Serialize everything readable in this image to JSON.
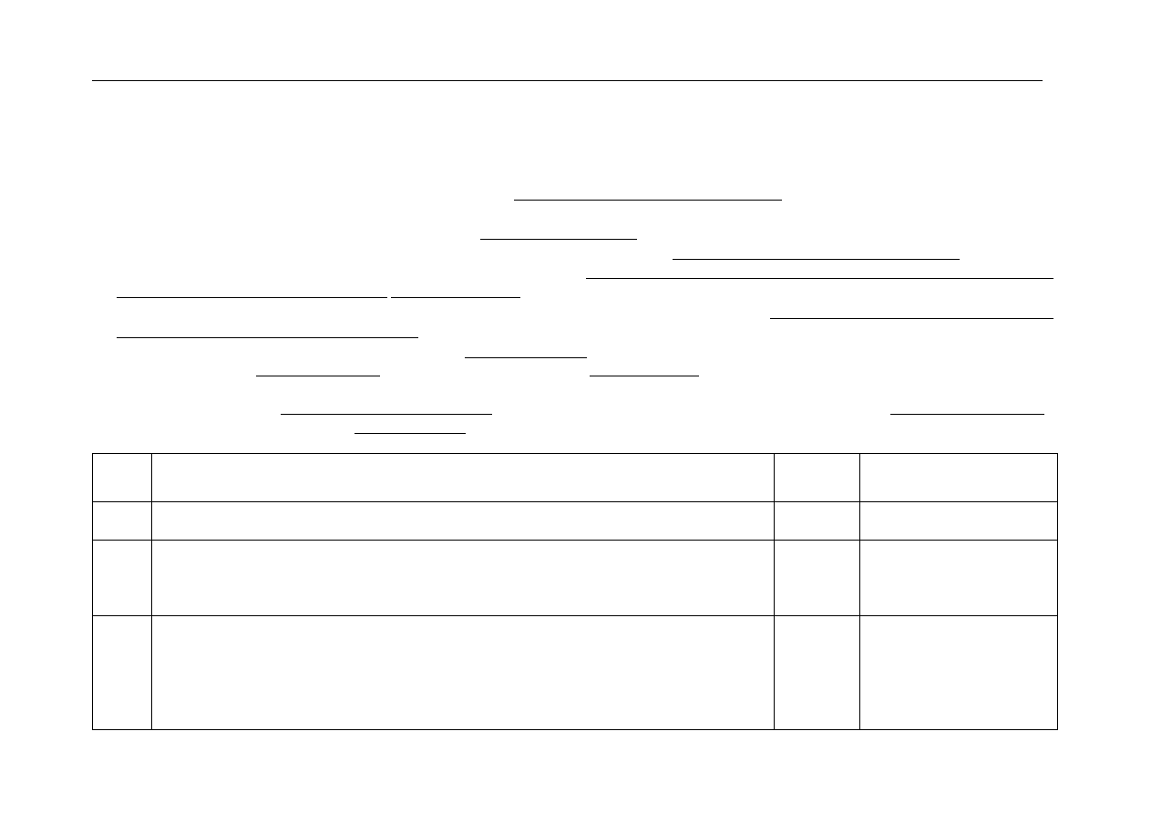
{
  "document": {
    "header_rule": true,
    "fill_in_fields": [
      {
        "id": "field-1"
      },
      {
        "id": "field-2"
      },
      {
        "id": "field-3"
      },
      {
        "id": "field-4"
      },
      {
        "id": "field-5"
      },
      {
        "id": "field-6"
      },
      {
        "id": "field-7"
      },
      {
        "id": "field-8"
      },
      {
        "id": "field-9"
      },
      {
        "id": "field-10"
      },
      {
        "id": "field-11"
      },
      {
        "id": "field-12"
      },
      {
        "id": "field-13"
      },
      {
        "id": "field-14"
      },
      {
        "id": "field-15"
      }
    ],
    "table": {
      "columns": 4,
      "rows": [
        {
          "cells": [
            "",
            "",
            "",
            ""
          ]
        },
        {
          "cells": [
            "",
            "",
            "",
            ""
          ]
        },
        {
          "cells": [
            "",
            "",
            "",
            ""
          ]
        },
        {
          "cells": [
            "",
            "",
            "",
            ""
          ]
        }
      ]
    }
  }
}
